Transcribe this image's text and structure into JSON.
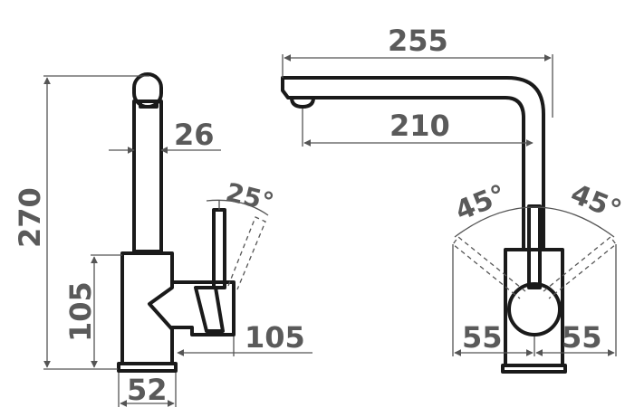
{
  "dimensions": {
    "total_height": "270",
    "lower_height": "105",
    "spout_diameter": "26",
    "base_width": "52",
    "handle_reach": "105",
    "lever_angle_side": "25°",
    "spout_length": "255",
    "spout_reach": "210",
    "swivel_angle_left": "45°",
    "swivel_angle_right": "45°",
    "front_left_offset": "55",
    "front_right_offset": "55"
  }
}
